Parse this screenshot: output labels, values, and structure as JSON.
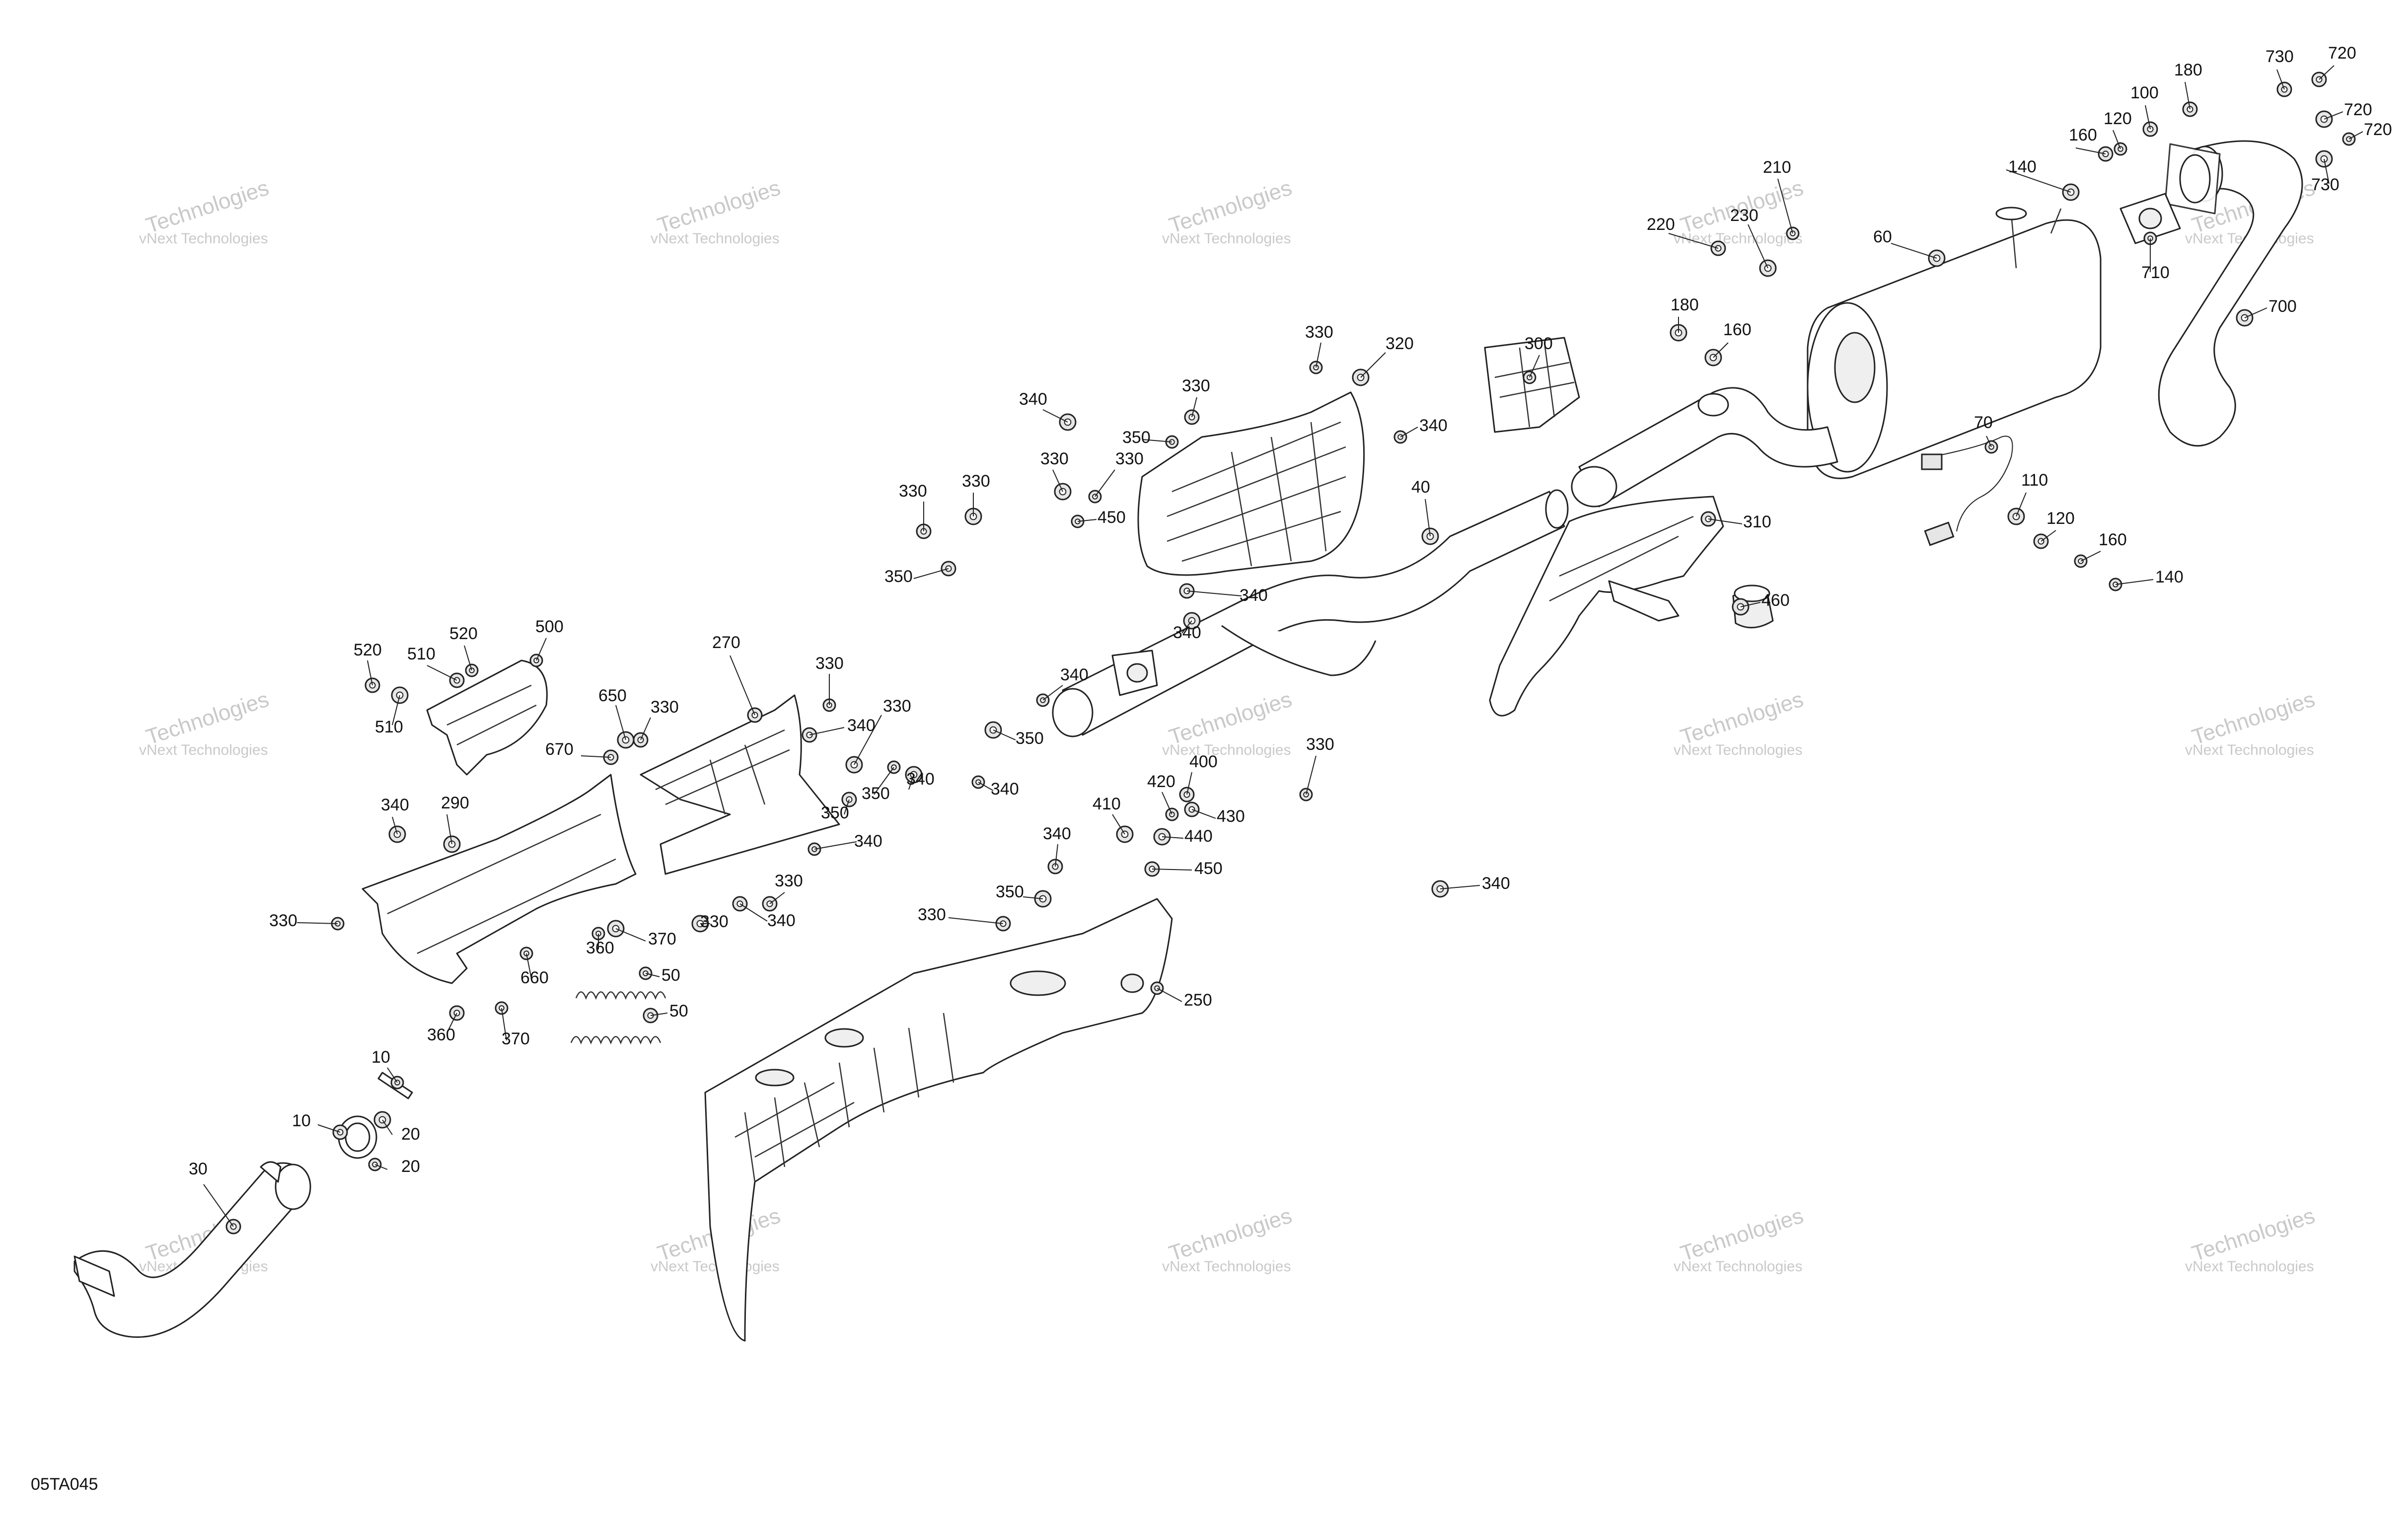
{
  "diagram": {
    "code": "05TA045",
    "watermark": {
      "line1": "vNext Technologies",
      "line2": "Technologies"
    },
    "labels": [
      "10",
      "10",
      "20",
      "20",
      "30",
      "40",
      "50",
      "50",
      "60",
      "70",
      "100",
      "110",
      "120",
      "120",
      "140",
      "140",
      "160",
      "160",
      "180",
      "180",
      "210",
      "220",
      "230",
      "250",
      "270",
      "290",
      "300",
      "310",
      "320",
      "330",
      "340",
      "350",
      "360",
      "370",
      "400",
      "410",
      "420",
      "430",
      "440",
      "450",
      "460",
      "500",
      "510",
      "520",
      "650",
      "660",
      "670",
      "700",
      "710",
      "720",
      "730"
    ]
  }
}
